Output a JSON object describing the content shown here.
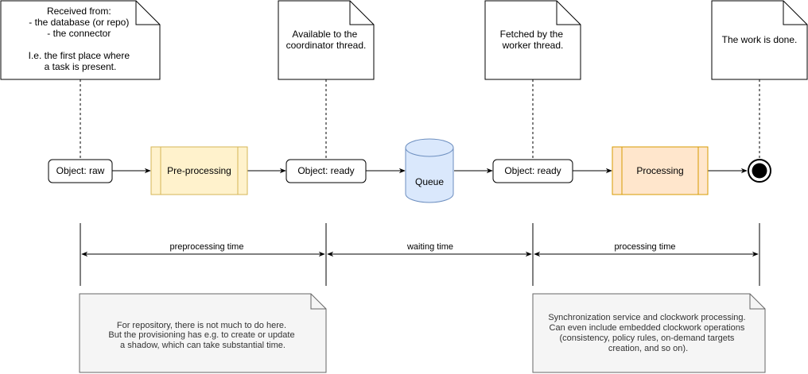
{
  "notes": {
    "received": [
      "Received from:",
      "- the database (or repo)",
      "- the connector",
      "",
      "I.e. the first place where",
      "a task is present."
    ],
    "available": [
      "Available to the",
      "coordinator thread."
    ],
    "fetched": [
      "Fetched by the",
      "worker thread."
    ],
    "done": [
      "The work is done."
    ]
  },
  "nodes": {
    "object_raw": "Object: raw",
    "preprocessing": "Pre-processing",
    "object_ready_1": "Object: ready",
    "queue": "Queue",
    "object_ready_2": "Object: ready",
    "processing": "Processing"
  },
  "durations": {
    "preprocessing_time": "preprocessing time",
    "waiting_time": "waiting time",
    "processing_time": "processing time"
  },
  "comments": {
    "repository": [
      "For repository, there is not much to do here.",
      "But the provisioning has e.g. to create or update",
      "a shadow, which can take substantial time."
    ],
    "sync": [
      "Synchronization service and clockwork processing.",
      "Can even include embedded clockwork operations",
      "(consistency, policy rules, on-demand targets",
      "creation, and so on)."
    ]
  },
  "colors": {
    "process_fill": "#fff2cc",
    "process_stroke": "#d6b656",
    "processing_fill": "#ffe6cc",
    "processing_stroke": "#d79b00",
    "queue_fill": "#dae8fc",
    "queue_stroke": "#6c8ebf",
    "comment_fill": "#f5f5f5",
    "comment_stroke": "#666666"
  }
}
